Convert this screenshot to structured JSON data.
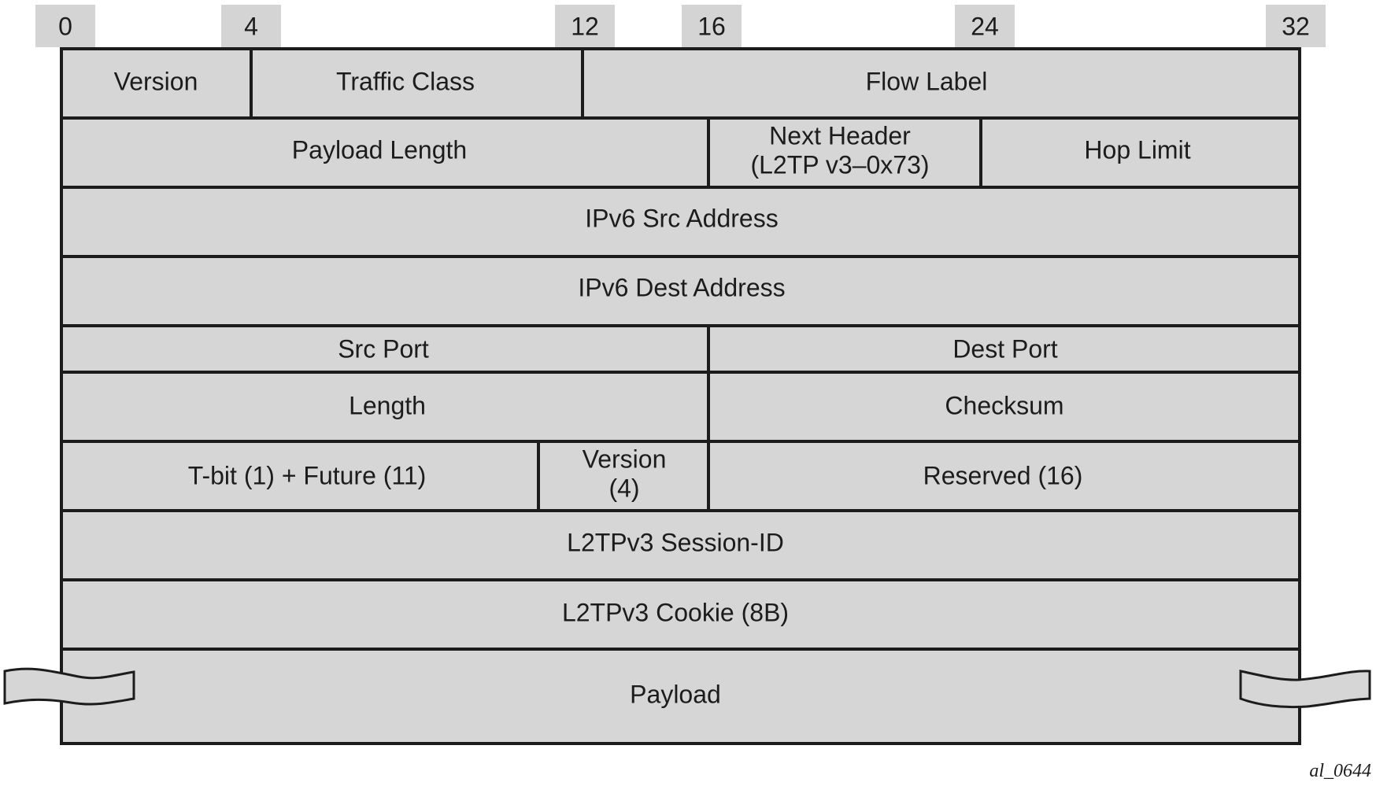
{
  "bit_ticks": [
    "0",
    "4",
    "12",
    "16",
    "24",
    "32"
  ],
  "rows": [
    {
      "cells": [
        {
          "label": "Version"
        },
        {
          "label": "Traffic Class"
        },
        {
          "label": "Flow Label"
        }
      ]
    },
    {
      "cells": [
        {
          "label": "Payload Length"
        },
        {
          "lines": [
            "Next Header",
            "(L2TP v3–0x73)"
          ]
        },
        {
          "label": "Hop Limit"
        }
      ]
    },
    {
      "cells": [
        {
          "label": "IPv6 Src Address"
        }
      ]
    },
    {
      "cells": [
        {
          "label": "IPv6 Dest Address"
        }
      ]
    },
    {
      "cells": [
        {
          "label": "Src Port"
        },
        {
          "label": "Dest Port"
        }
      ]
    },
    {
      "cells": [
        {
          "label": "Length"
        },
        {
          "label": "Checksum"
        }
      ]
    },
    {
      "cells": [
        {
          "label": "T-bit (1) + Future (11)"
        },
        {
          "lines": [
            "Version",
            "(4)"
          ]
        },
        {
          "label": "Reserved (16)"
        }
      ]
    },
    {
      "cells": [
        {
          "label": "L2TPv3 Session-ID"
        }
      ]
    },
    {
      "cells": [
        {
          "label": "L2TPv3 Cookie (8B)"
        }
      ]
    },
    {
      "cells": [
        {
          "label": "Payload"
        }
      ]
    }
  ],
  "figure_id": "al_0644"
}
